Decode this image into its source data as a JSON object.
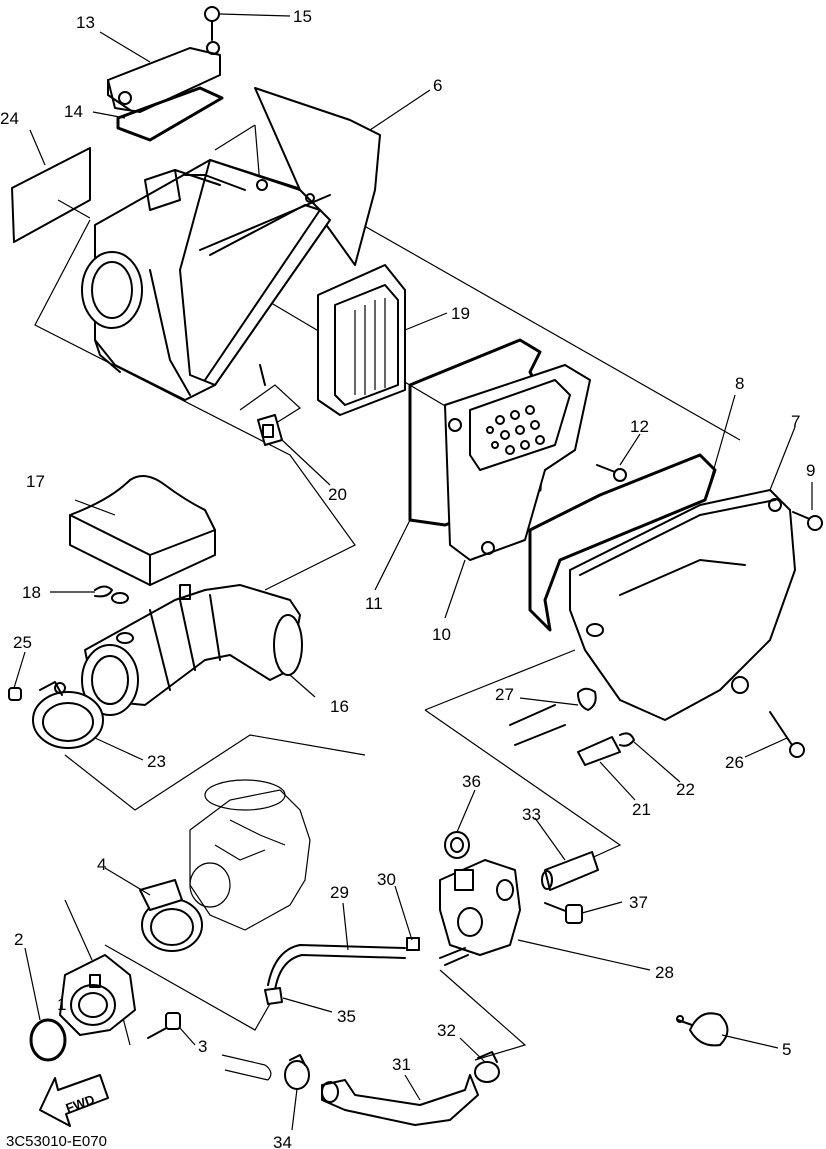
{
  "labels": {
    "l1": "1",
    "l2": "2",
    "l3": "3",
    "l4": "4",
    "l5": "5",
    "l6": "6",
    "l7": "7",
    "l8": "8",
    "l9": "9",
    "l10": "10",
    "l11": "11",
    "l12": "12",
    "l13": "13",
    "l14": "14",
    "l15": "15",
    "l16": "16",
    "l17": "17",
    "l18": "18",
    "l19": "19",
    "l20": "20",
    "l21": "21",
    "l22": "22",
    "l23": "23",
    "l24": "24",
    "l25": "25",
    "l26": "26",
    "l27": "27",
    "l28": "28",
    "l29": "29",
    "l30": "30",
    "l31": "31",
    "l32": "32",
    "l33": "33",
    "l34": "34",
    "l35": "35",
    "l36": "36",
    "l37": "37"
  },
  "fwd_label": "FWD",
  "diagram_code": "3C53010-E070"
}
